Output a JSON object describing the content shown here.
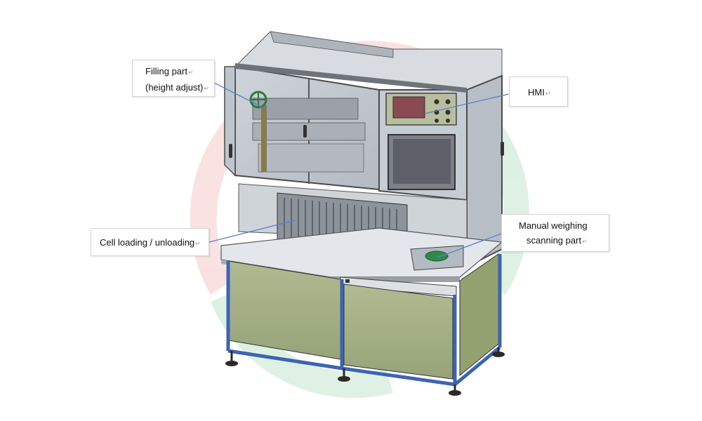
{
  "paragraph_mark": "↵",
  "callouts": {
    "filling_part": {
      "line1": "Filling part",
      "line2": "(height adjust)"
    },
    "hmi": {
      "line1": "HMI"
    },
    "cell_loading": {
      "line1": "Cell loading / unloading"
    },
    "weighing": {
      "line1": "Manual weighing",
      "line2": "scanning part"
    }
  },
  "colors": {
    "cabinet_panel": "#a3ae84",
    "frame": "#3d64b3",
    "glass": "#c9cfd6",
    "steel": "#8f959b",
    "leader_line": "#5a7fc8"
  }
}
